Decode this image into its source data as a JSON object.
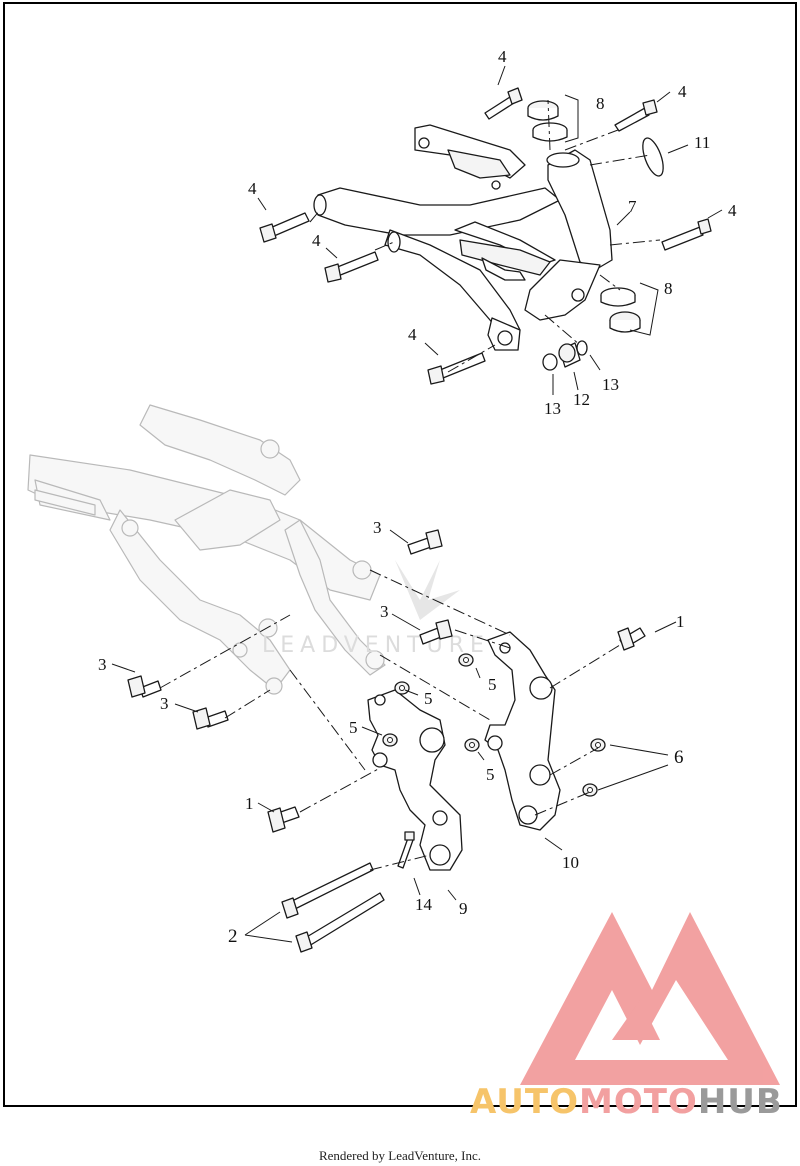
{
  "diagram": {
    "callouts": [
      {
        "id": "c4a",
        "text": "4"
      },
      {
        "id": "c8a",
        "text": "8"
      },
      {
        "id": "c4b",
        "text": "4"
      },
      {
        "id": "c11",
        "text": "11"
      },
      {
        "id": "c4c",
        "text": "4"
      },
      {
        "id": "c7",
        "text": "7"
      },
      {
        "id": "c4d",
        "text": "4"
      },
      {
        "id": "c4e",
        "text": "4"
      },
      {
        "id": "c8b",
        "text": "8"
      },
      {
        "id": "c4f",
        "text": "4"
      },
      {
        "id": "c13a",
        "text": "13"
      },
      {
        "id": "c12",
        "text": "12"
      },
      {
        "id": "c13b",
        "text": "13"
      },
      {
        "id": "c3a",
        "text": "3"
      },
      {
        "id": "c3b",
        "text": "3"
      },
      {
        "id": "c1a",
        "text": "1"
      },
      {
        "id": "c5a",
        "text": "5"
      },
      {
        "id": "c3c",
        "text": "3"
      },
      {
        "id": "c5b",
        "text": "5"
      },
      {
        "id": "c3d",
        "text": "3"
      },
      {
        "id": "c5c",
        "text": "5"
      },
      {
        "id": "c6",
        "text": "6"
      },
      {
        "id": "c5d",
        "text": "5"
      },
      {
        "id": "c1b",
        "text": "1"
      },
      {
        "id": "c10",
        "text": "10"
      },
      {
        "id": "c14",
        "text": "14"
      },
      {
        "id": "c9",
        "text": "9"
      },
      {
        "id": "c2",
        "text": "2"
      }
    ],
    "watermark_text": "LEADVENTURE",
    "footer": "Rendered by LeadVenture, Inc."
  },
  "logo": {
    "part1": "AUTO",
    "part2": "MOTO",
    "part3": "HUB",
    "colors": {
      "auto": "#f6c46a",
      "moto": "#f2a0a0",
      "hub": "#9a9a9a",
      "mark": "#f08a8a"
    }
  }
}
